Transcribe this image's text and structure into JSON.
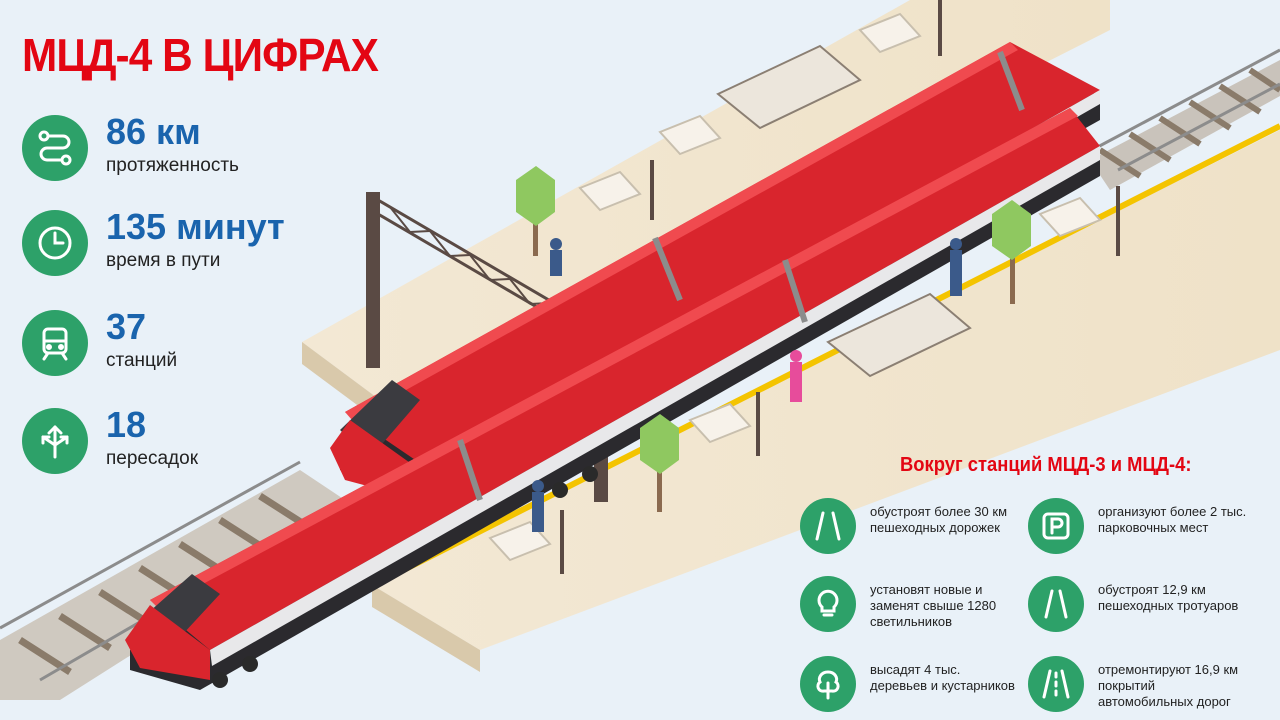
{
  "title": "МЦД-4 В ЦИФРАХ",
  "stats": [
    {
      "value": "86 км",
      "caption": "протяженность",
      "icon": "route-icon"
    },
    {
      "value": "135 минут",
      "caption": "время в пути",
      "icon": "clock-icon"
    },
    {
      "value": "37",
      "caption": "станций",
      "icon": "train-icon"
    },
    {
      "value": "18",
      "caption": "пересадок",
      "icon": "transfer-arrows-icon"
    }
  ],
  "around": {
    "title": "Вокруг станций МЦД-3 и МЦД-4:",
    "items": [
      {
        "text": "обустроят более 30 км\nпешеходных дорожек",
        "icon": "path-icon"
      },
      {
        "text": "организуют более 2 тыс.\nпарковочных мест",
        "icon": "parking-icon"
      },
      {
        "text": "установят новые и\nзаменят свыше 1280\nсветильников",
        "icon": "lightbulb-icon"
      },
      {
        "text": "обустроят 12,9 км\nпешеходных тротуаров",
        "icon": "sidewalk-icon"
      },
      {
        "text": "высадят 4 тыс.\nдеревьев и кустарников",
        "icon": "tree-icon"
      },
      {
        "text": "отремонтируют 16,9 км\nпокрытий\nавтомобильных дорог",
        "icon": "road-icon"
      }
    ]
  },
  "colors": {
    "accent_red": "#e30613",
    "stat_blue": "#1a64ad",
    "icon_green": "#2da169",
    "background": "#e9f1f8"
  }
}
